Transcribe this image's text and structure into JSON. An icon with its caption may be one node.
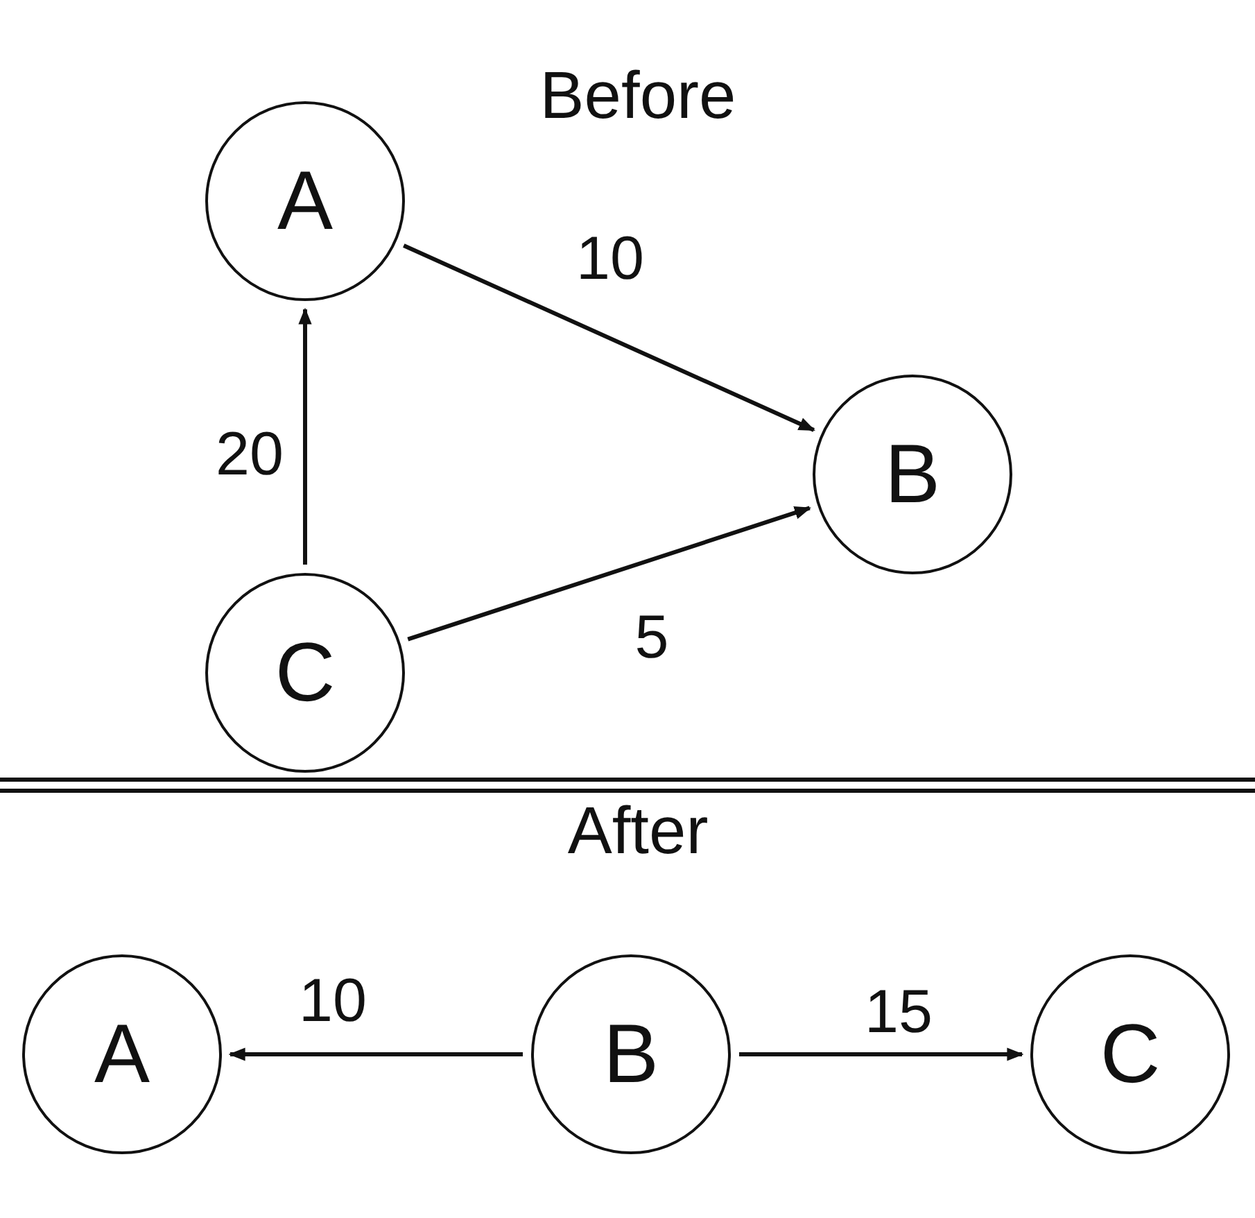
{
  "diagram": {
    "nodes": [
      {
        "text": [
          "A"
        ]
      },
      {
        "text": [
          "B"
        ]
      },
      {
        "text": [
          "C"
        ]
      },
      {
        "text": [
          "A"
        ]
      },
      {
        "text": [
          "B"
        ]
      },
      {
        "text": [
          "C"
        ]
      }
    ],
    "edges": [
      {
        "from": 0,
        "to": 1,
        "arrow": "to",
        "label": "10"
      },
      {
        "from": 2,
        "to": 0,
        "arrow": "to",
        "label": "20"
      },
      {
        "from": 2,
        "to": 1,
        "arrow": "to",
        "label": "5"
      },
      {
        "from": 4,
        "to": 3,
        "arrow": "to",
        "label": "10"
      },
      {
        "from": 4,
        "to": 5,
        "arrow": "to",
        "label": "15"
      }
    ],
    "labels": [
      "Before",
      "After"
    ]
  }
}
